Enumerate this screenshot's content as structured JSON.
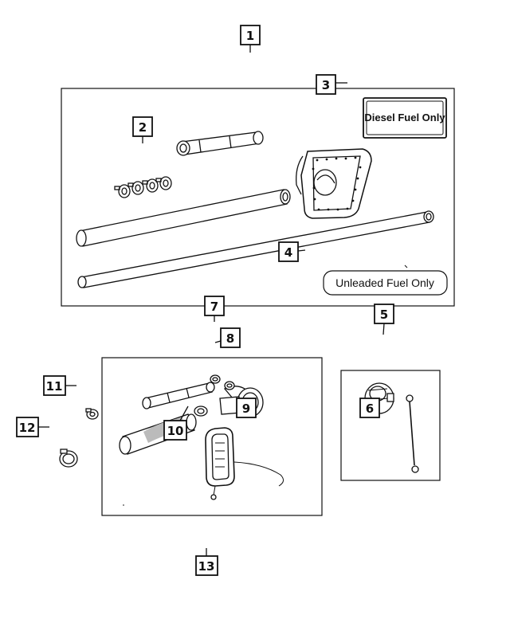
{
  "callouts": {
    "c1": "1",
    "c2": "2",
    "c3": "3",
    "c4": "4",
    "c5": "5",
    "c6": "6",
    "c7": "7",
    "c8": "8",
    "c9": "9",
    "c10": "10",
    "c11": "11",
    "c12": "12",
    "c13": "13"
  },
  "labels": {
    "diesel": "Diesel Fuel Only",
    "unleaded": "Unleaded Fuel Only"
  },
  "colors": {
    "line": "#111111",
    "fill": "#ffffff",
    "shade": "#dddddd"
  }
}
